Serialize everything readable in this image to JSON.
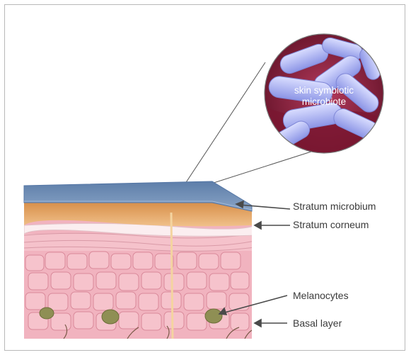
{
  "zoom_label": {
    "line1": "skin symbiotic",
    "line2": "microbiote"
  },
  "layer_labels": [
    {
      "text": "Stratum microbium"
    },
    {
      "text": "Stratum corneum"
    },
    {
      "text": "Melanocytes"
    },
    {
      "text": "Basal layer"
    }
  ],
  "colors": {
    "microbium_film": "#6e8db6",
    "corneum": "#e2a562",
    "epidermis_cells": "#f3b6c2",
    "bacteria": "#aeb8f4",
    "background_tissue": "#8b1f3a",
    "arrow": "#4a4a4a"
  }
}
